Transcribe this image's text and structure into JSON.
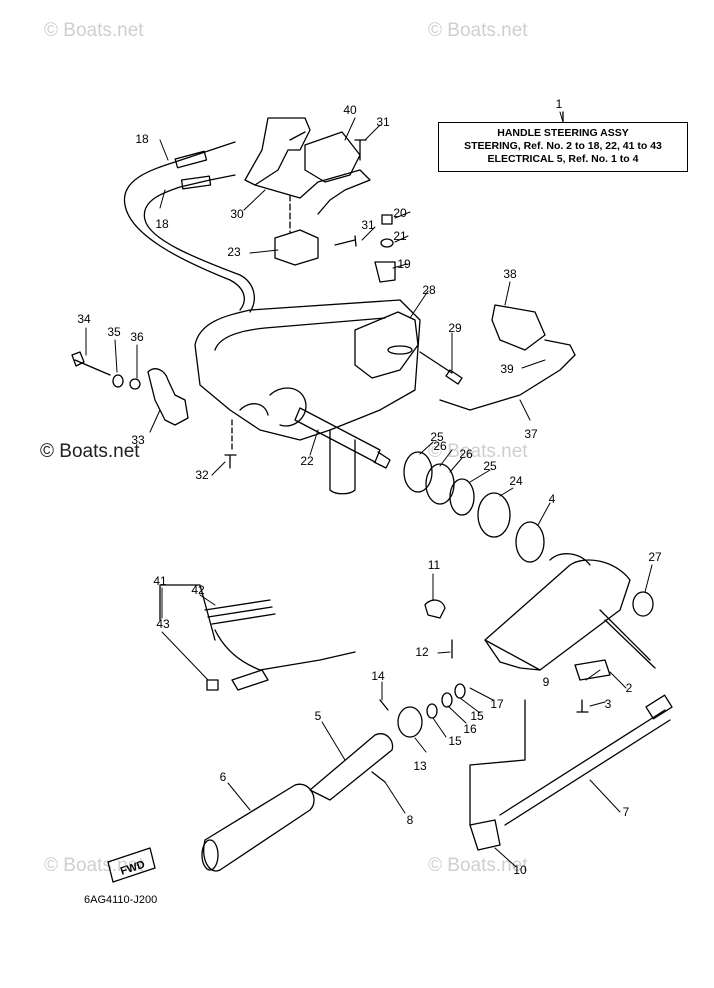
{
  "watermark": "© Boats.net",
  "legend": {
    "ref_number": "1",
    "title": "HANDLE STEERING ASSY",
    "line1": "STEERING, Ref. No. 2 to 18, 22, 41 to 43",
    "line2": "ELECTRICAL 5, Ref. No. 1 to 4"
  },
  "diagram_code": "6AG4110-J200",
  "fwd_label": "FWD",
  "callouts": [
    "1",
    "2",
    "3",
    "4",
    "5",
    "6",
    "7",
    "8",
    "9",
    "10",
    "11",
    "12",
    "13",
    "14",
    "15",
    "15",
    "16",
    "17",
    "18",
    "18",
    "19",
    "20",
    "21",
    "22",
    "23",
    "24",
    "25",
    "25",
    "26",
    "26",
    "27",
    "28",
    "29",
    "30",
    "31",
    "31",
    "32",
    "33",
    "34",
    "35",
    "36",
    "37",
    "38",
    "39",
    "40",
    "41",
    "42",
    "43"
  ]
}
